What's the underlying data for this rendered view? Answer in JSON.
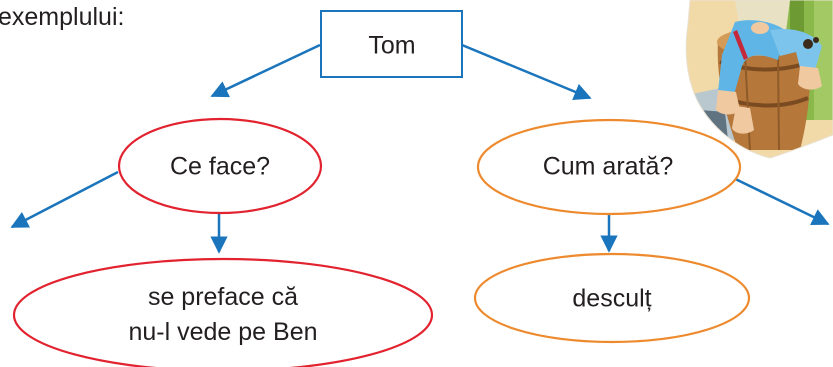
{
  "instruction_fragment": "exemplului:",
  "root": {
    "label": "Tom"
  },
  "branches": [
    {
      "question": "Ce face?",
      "answers": [
        "se preface că nu-l vede pe Ben"
      ],
      "color": "#e2232f"
    },
    {
      "question": "Cum arată?",
      "answers": [
        "desculț"
      ],
      "color": "#ee8a2e"
    }
  ],
  "colors": {
    "connector": "#1b75bc",
    "box_border": "#1b75bc",
    "text": "#231f20"
  },
  "illustration": {
    "icon": "tom-sawyer-sitting-on-barrel-picture"
  }
}
